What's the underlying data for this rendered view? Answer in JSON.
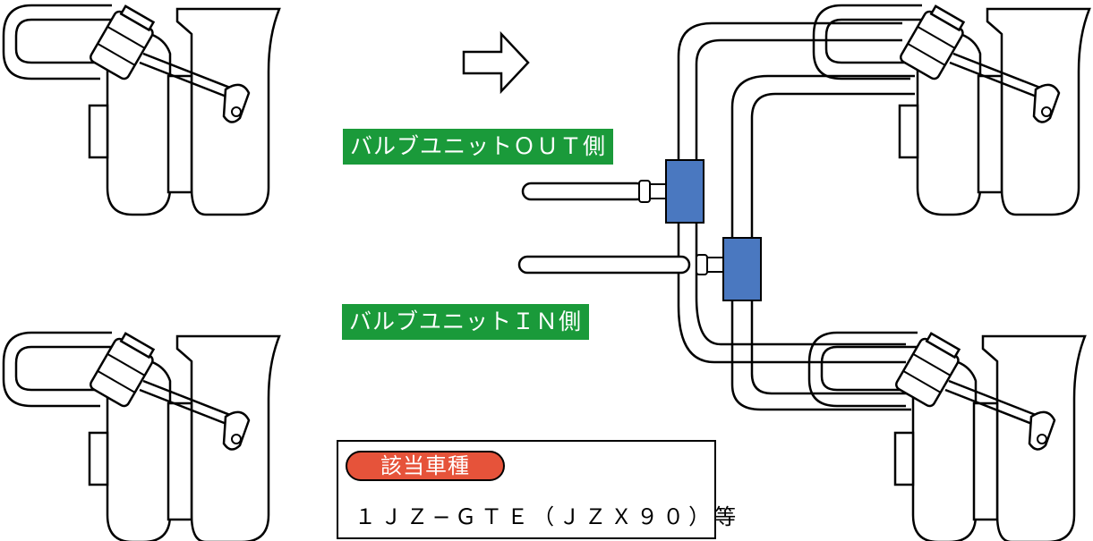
{
  "labels": {
    "valve_out": "バルブユニットＯＵＴ側",
    "valve_in": "バルブユニットＩＮ側"
  },
  "models_box": {
    "badge": "該当車種",
    "text": "１ＪＺ−ＧＴＥ（ＪＺＸ９０）等"
  },
  "colors": {
    "label_bg": "#1a9a3a",
    "valve_unit": "#4a78c0",
    "badge_bg": "#e6533a"
  },
  "icons": {
    "arrow": "right-arrow-icon"
  }
}
